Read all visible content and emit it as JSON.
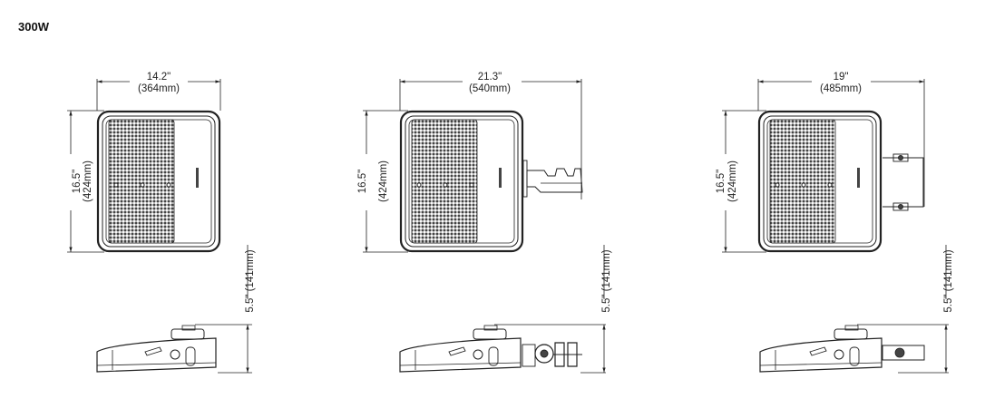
{
  "title": "300W",
  "views": [
    {
      "name": "fixture-no-mount",
      "width_in": "14.2\"",
      "width_mm": "(364mm)",
      "height_in": "16.5\"",
      "height_mm": "(424mm)",
      "depth_label": "5.5\" (141mm)"
    },
    {
      "name": "fixture-slipfitter-mount",
      "width_in": "21.3\"",
      "width_mm": "(540mm)",
      "height_in": "16.5\"",
      "height_mm": "(424mm)",
      "depth_label": "5.5\" (141mm)"
    },
    {
      "name": "fixture-yoke-mount",
      "width_in": "19\"",
      "width_mm": "(485mm)",
      "height_in": "16.5\"",
      "height_mm": "(424mm)",
      "depth_label": "5.5\" (141mm)"
    }
  ],
  "colors": {
    "line": "#222222",
    "background": "#ffffff",
    "grid": "#555555"
  }
}
